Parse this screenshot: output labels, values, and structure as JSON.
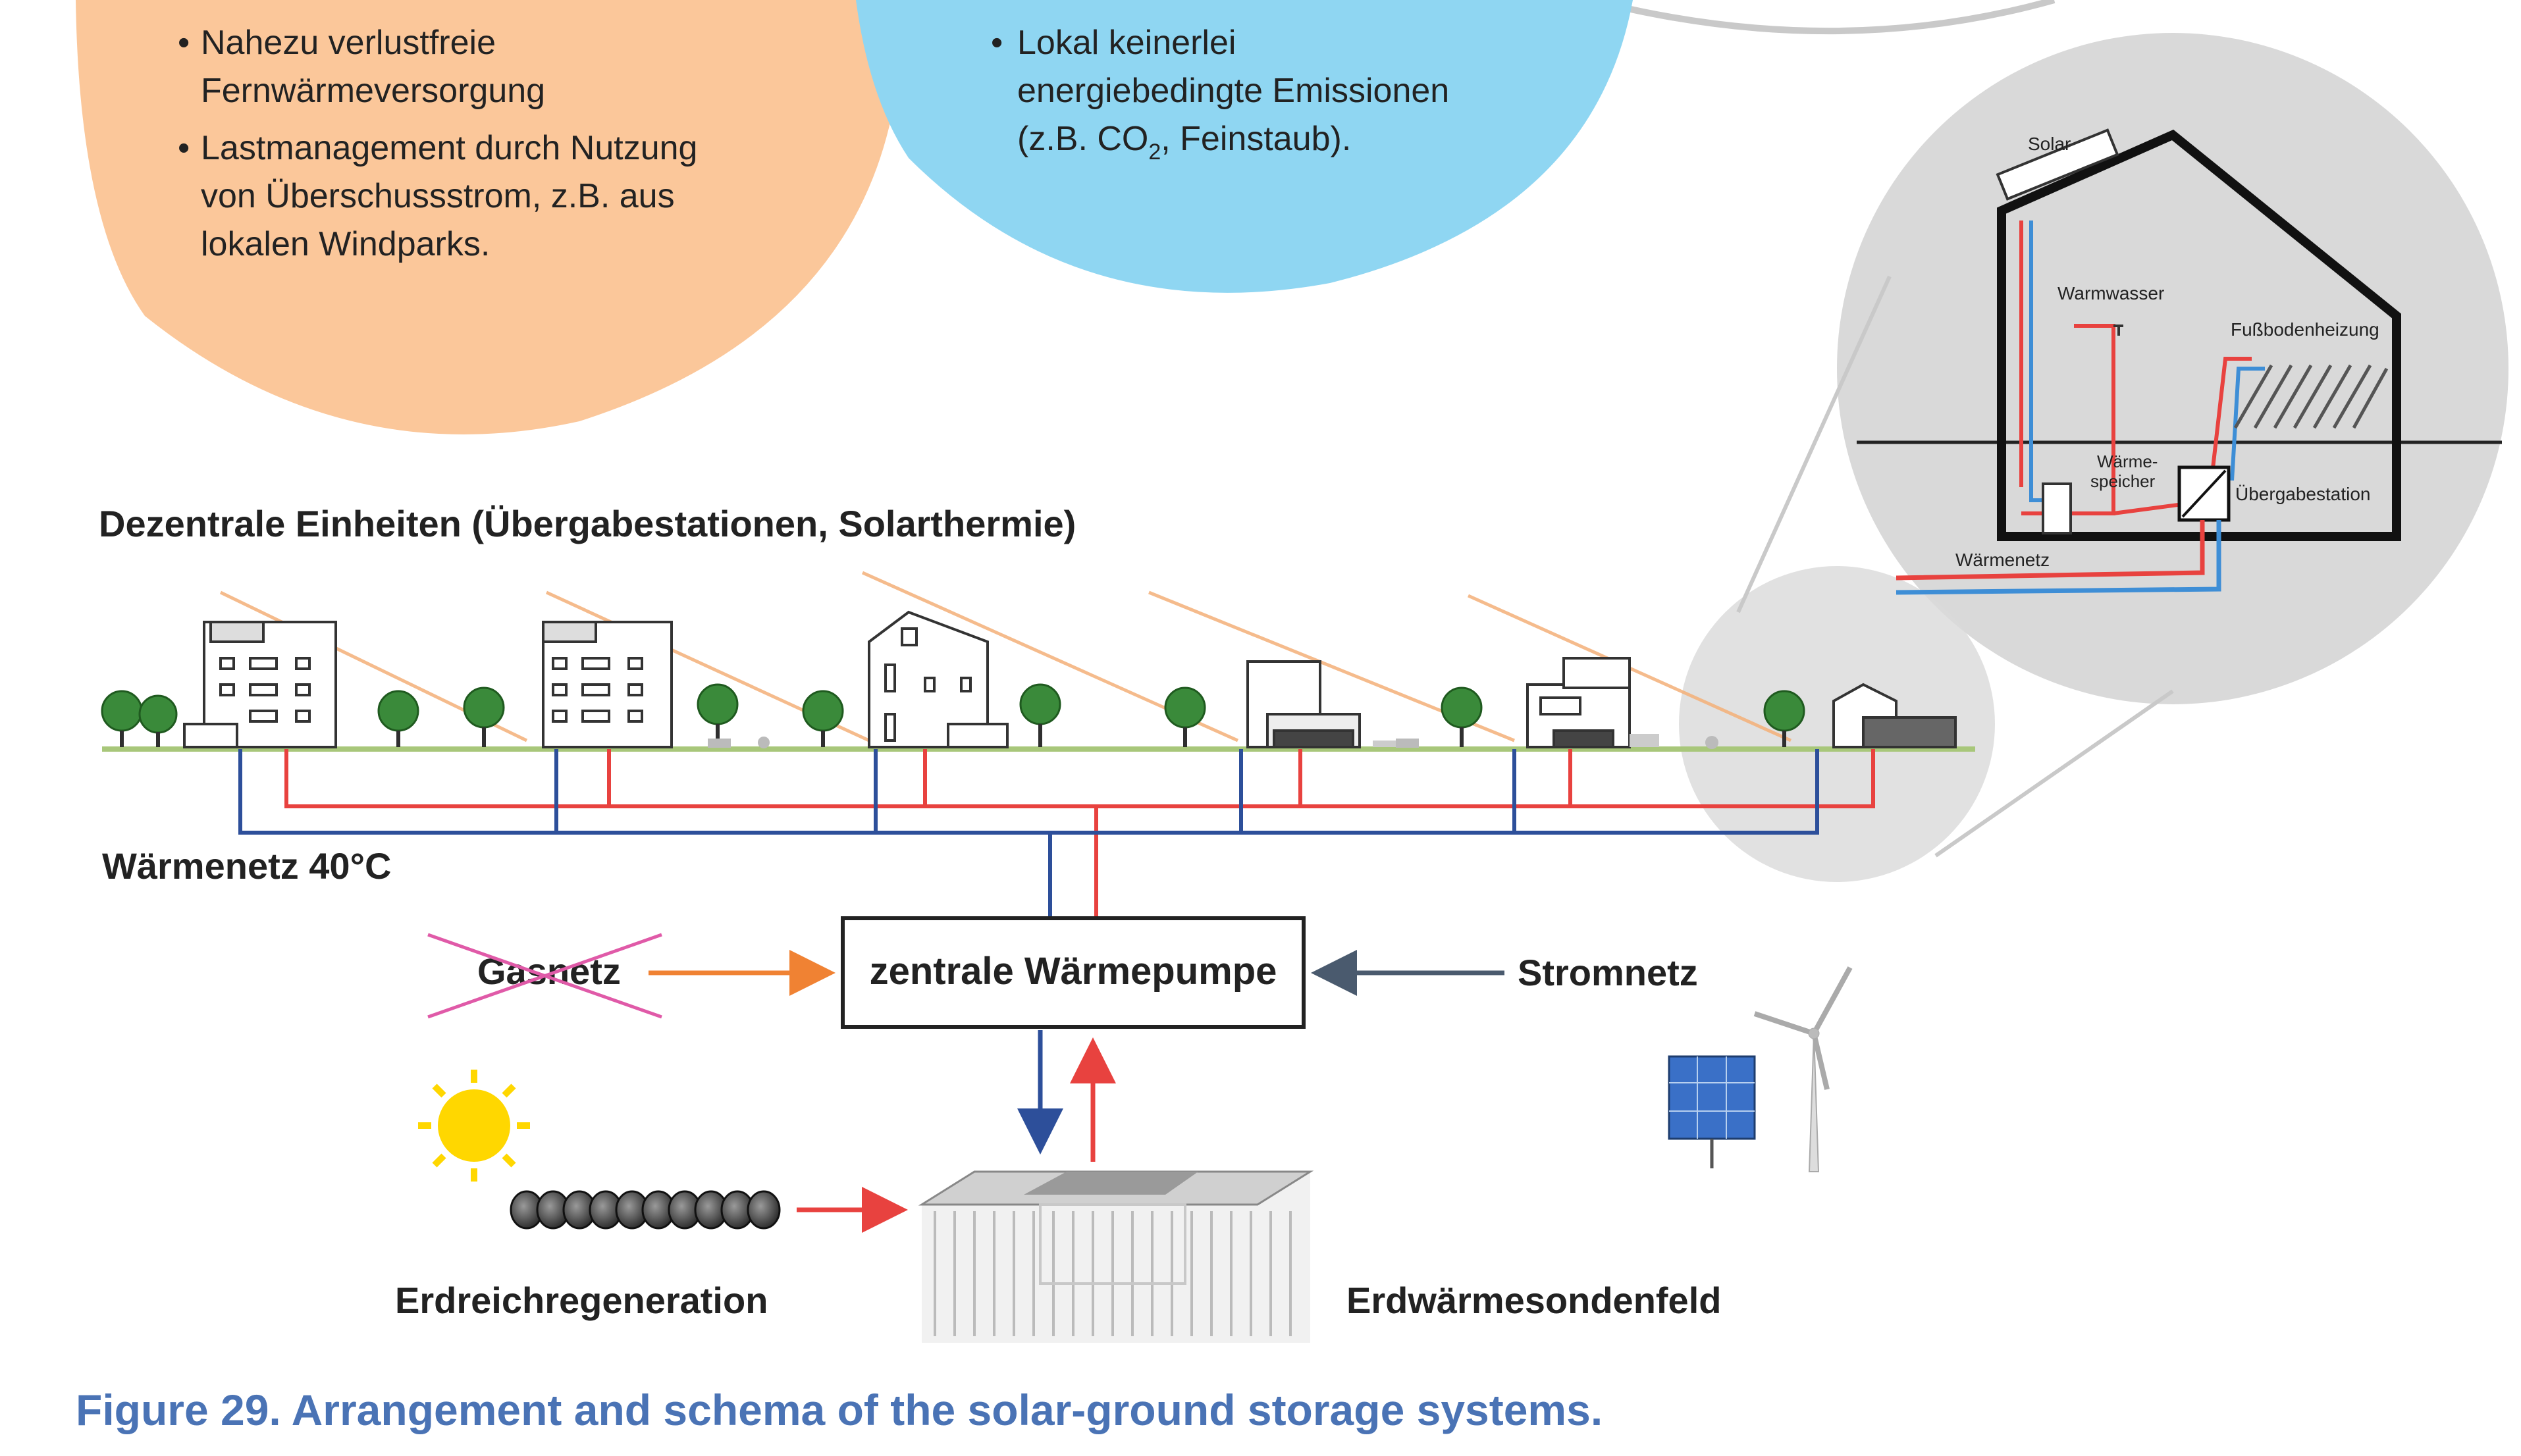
{
  "bubble_orange": {
    "bullets": [
      [
        "Nahezu verlustfreie",
        "Fernwärmeversorgung"
      ],
      [
        "Lastmanagement durch Nutzung",
        "von Überschussstrom, z.B. aus",
        "lokalen Windparks."
      ]
    ]
  },
  "bubble_blue": {
    "bullet_line1": "Lokal keinerlei",
    "bullet_line2": "energiebedingte Emissionen",
    "bullet_line3_pre": "(z.B. CO",
    "bullet_line3_sub": "2",
    "bullet_line3_post": ", Feinstaub)."
  },
  "heading_units": "Dezentrale Einheiten (Übergabestationen, Solarthermie)",
  "label_network": "Wärmenetz 40°C",
  "central": {
    "box_label": "zentrale Wärmepumpe",
    "gas_label": "Gasnetz",
    "power_label": "Stromnetz"
  },
  "bottom": {
    "regen_label": "Erdreichregeneration",
    "field_label": "Erdwärmesondenfeld"
  },
  "house_detail": {
    "solar": "Solar",
    "warmwasser": "Warmwasser",
    "fussboden": "Fußbodenheizung",
    "speicher_line1": "Wärme-",
    "speicher_line2": "speicher",
    "uebergabe": "Übergabestation",
    "waermenetz": "Wärmenetz"
  },
  "caption": "Figure 29. Arrangement and schema of the solar-ground storage systems.",
  "colors": {
    "orange_bubble": "#fbc79a",
    "blue_bubble": "#8fd6f2",
    "supply_red": "#e8423f",
    "return_blue": "#2d4f9a",
    "caption_blue": "#4a73b5",
    "gas_arrow": "#f08233",
    "power_arrow": "#4a5a6e",
    "cross_pink": "#e05aa8"
  }
}
